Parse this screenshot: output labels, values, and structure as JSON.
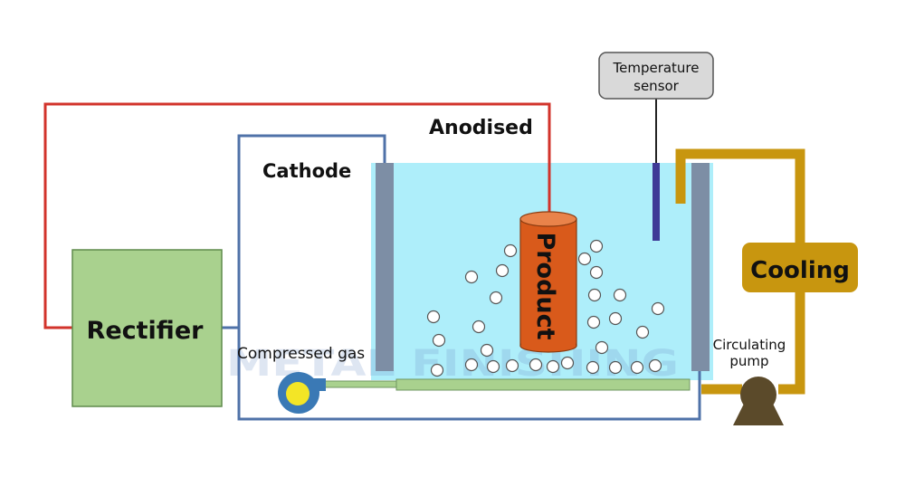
{
  "labels": {
    "rectifier": "Rectifier",
    "cathode": "Cathode",
    "anodised": "Anodised",
    "product": "Product",
    "temperature_sensor_line1": "Temperature",
    "temperature_sensor_line2": "sensor",
    "cooling": "Cooling",
    "compressed_gas": "Compressed gas",
    "circulating_pump_line1": "Circulating",
    "circulating_pump_line2": "pump",
    "watermark": "METAL FINISHING"
  },
  "colors": {
    "anode_wire": "#d2332b",
    "cathode_wire": "#4f72a8",
    "rectifier_fill": "#a9d18e",
    "tank_liquid": "#aeeefa",
    "electrode": "#7d8ea5",
    "product_fill": "#d95a1b",
    "cooling_pipe": "#c8960f",
    "cooling_box": "#c8960f",
    "pump": "#5b4a2a",
    "sensor_probe": "#3f3a96",
    "gas_pipe": "#a9d18e",
    "blower_body": "#3a79b5",
    "blower_core": "#f3e526"
  }
}
